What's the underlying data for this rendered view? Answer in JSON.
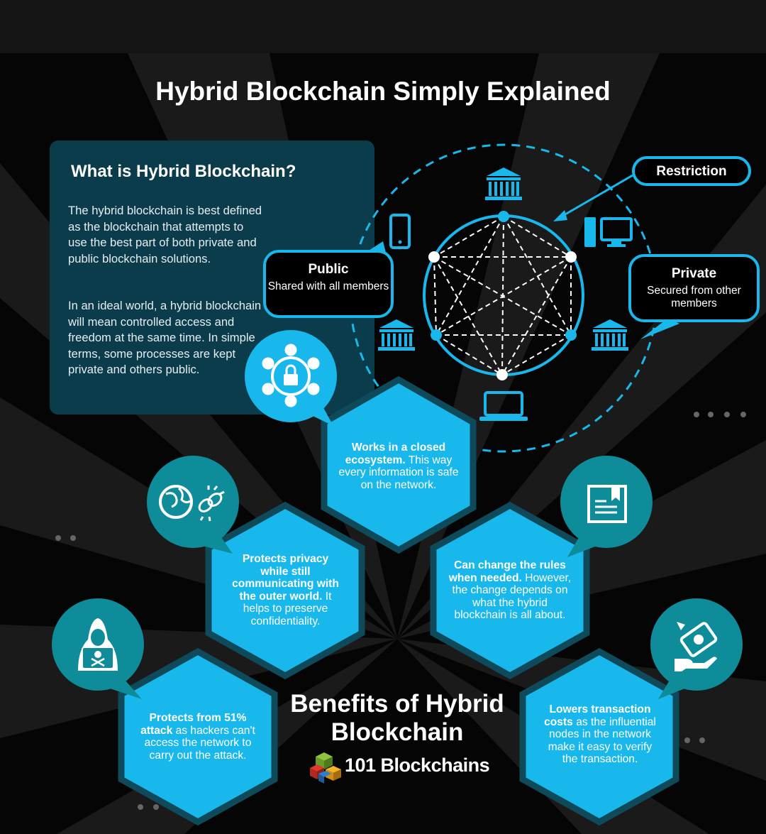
{
  "title": "Hybrid Blockchain Simply Explained",
  "what_box": {
    "heading": "What is Hybrid Blockchain?",
    "paragraph_1": "The hybrid blockchain is best defined as the blockchain that attempts to use the best part of both private and public blockchain solutions.",
    "paragraph_2": "In an ideal world, a hybrid blockchain will mean controlled access and freedom at the same time. In simple terms, some processes are kept private and others public."
  },
  "network": {
    "public": {
      "label": "Public",
      "desc": "Shared with all members"
    },
    "private": {
      "label": "Private",
      "desc": "Secured from other members"
    },
    "restriction": "Restriction"
  },
  "benefits_heading": "Benefits of Hybrid Blockchain",
  "benefits": [
    {
      "bold": "Works in a closed ecosystem.",
      "text": " This way every information is safe on the network.",
      "icon": "lock-network-icon"
    },
    {
      "bold": "Protects privacy while still communicating with the outer world.",
      "text": " It helps to preserve confidentiality.",
      "icon": "globe-link-icon"
    },
    {
      "bold": "Can change the rules when needed.",
      "text": " However, the change depends on what the hybrid blockchain is all about.",
      "icon": "document-icon"
    },
    {
      "bold": "Protects from 51% attack",
      "text": " as hackers can't access the network to carry out the attack.",
      "icon": "hacker-icon"
    },
    {
      "bold": "Lowers transaction costs",
      "text": " as the influential nodes in the network make it easy to verify the transaction.",
      "icon": "money-hand-icon"
    }
  ],
  "brand": "101 Blockchains",
  "colors": {
    "accent": "#19b8ec",
    "teal": "#0e8c99",
    "panel": "#0b3c4b",
    "background": "#050505"
  }
}
